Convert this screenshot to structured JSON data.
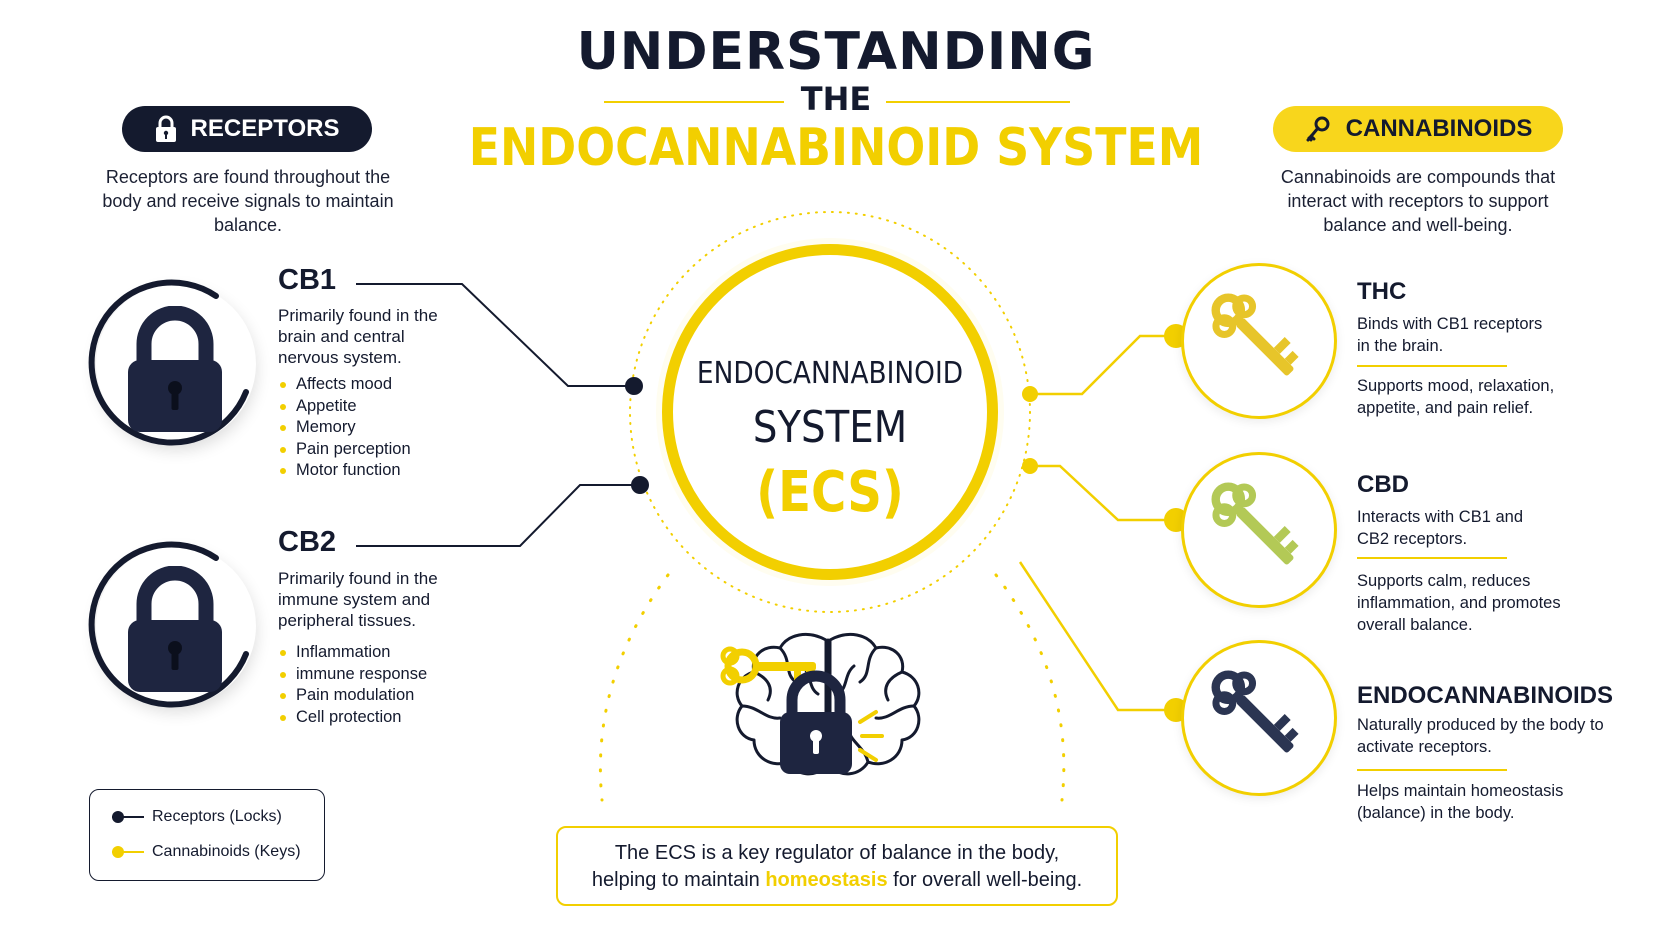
{
  "title": {
    "line1": "UNDERSTANDING",
    "line2": "THE",
    "line3": "ENDOCANNABINOID SYSTEM"
  },
  "receptors": {
    "pill_label": "RECEPTORS",
    "intro": "Receptors are found throughout the body and receive signals to maintain balance.",
    "items": [
      {
        "title": "CB1",
        "description": "Primarily found in the brain and central nervous system.",
        "bullets": [
          "Affects mood",
          "Appetite",
          "Memory",
          "Pain perception",
          "Motor function"
        ]
      },
      {
        "title": "CB2",
        "description": "Primarily found in the immune system and peripheral tissues.",
        "bullets": [
          "Inflammation",
          "immune response",
          "Pain modulation",
          "Cell protection"
        ]
      }
    ]
  },
  "cannabinoids": {
    "pill_label": "CANNABINOIDS",
    "intro": "Cannabinoids are compounds that interact with receptors to support balance and well-being.",
    "items": [
      {
        "title": "THC",
        "binding": "Binds with CB1 receptors in the brain.",
        "effects": "Supports mood, relaxation, appetite, and pain relief.",
        "key_color": "#e7c52a"
      },
      {
        "title": "CBD",
        "binding": "Interacts with CB1 and CB2 receptors.",
        "effects": "Supports calm, reduces inflammation, and promotes overall balance.",
        "key_color": "#b3c956"
      },
      {
        "title": "ENDOCANNABINOIDS",
        "binding": "Naturally produced by the body to activate receptors.",
        "effects": "Helps maintain homeostasis (balance) in the body.",
        "key_color": "#2b3552"
      }
    ]
  },
  "center": {
    "line1": "ENDOCANNABINOID",
    "line2": "SYSTEM",
    "line3": "(ECS)"
  },
  "legend": {
    "receptors_label": "Receptors (Locks)",
    "cannabinoids_label": "Cannabinoids (Keys)"
  },
  "summary": {
    "before": "The ECS is a key regulator of balance in the body,",
    "lead": "helping to maintain ",
    "highlight": "homeostasis",
    "after": " for overall well-being."
  },
  "colors": {
    "navy": "#141a2e",
    "yellow": "#f2cf00"
  }
}
